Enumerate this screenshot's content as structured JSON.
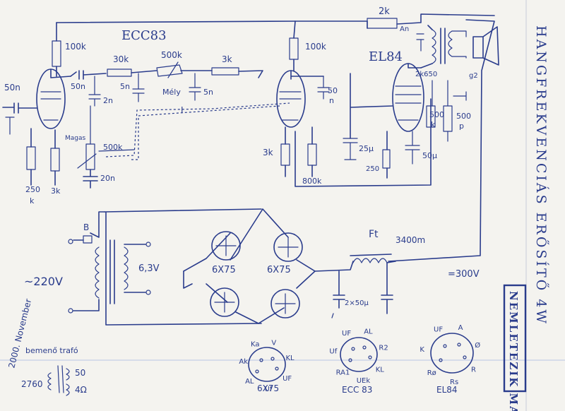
{
  "title_vertical": "HANGFREKVENCIÁS ERŐSÍTŐ 4W",
  "stamp": "NEMLETEZIK MAR",
  "date_note": "2000. November",
  "tube_labels": {
    "preamp": "ECC83",
    "power": "EL84",
    "rectifier_1": "6X75",
    "rectifier_2": "6X75"
  },
  "resistors": {
    "r_plate1": "100k",
    "r_30k": "30k",
    "r_500k_tone": "500k",
    "r_3k_top": "3k",
    "r_250k": "250",
    "r_250k_unit": "k",
    "r_cath1": "3k",
    "r_500k_vol": "500k",
    "r_plate2": "100k",
    "r_cath2": "3k",
    "r_800k": "800k",
    "r_2k": "2k",
    "r_2k65": "2k650",
    "r_500k_grid": "500",
    "r_500k_grid_unit": "k",
    "r_500p": "500",
    "r_500p_unit": "p",
    "r_cath3": "250"
  },
  "capacitors": {
    "c_in": "50n",
    "c_couple1": "50n",
    "c_2n": "2n",
    "c_5n_a": "5n",
    "c_5n_b": "5n",
    "c_20n": "20n",
    "c_50n_b": "50",
    "c_50n_b_unit": "n",
    "c_25u": "25μ",
    "c_50u": "50μ",
    "c_psu": "2×50μ"
  },
  "misc_labels": {
    "bass": "Mély",
    "treble": "Magas",
    "anode": "An",
    "g2": "g2",
    "choke": "Ft",
    "choke_value": "3400m",
    "mains": "~220V",
    "heater": "6,3V",
    "fuse": "B",
    "hv": "=300V",
    "ground_mark_1": "I",
    "ground_mark_2": "I"
  },
  "output_transformer": {
    "label": "bemenő trafó",
    "primary": "2760",
    "sec_1": "50",
    "sec_2": "4Ω"
  },
  "pinouts": {
    "p6x75": [
      "Ka",
      "V",
      "KL",
      "UF",
      "Uf",
      "AL",
      "Ak"
    ],
    "pecc83": [
      "UF",
      "AL",
      "R2",
      "KL",
      "UEk",
      "RA1",
      "Uf"
    ],
    "pel84": [
      "UF",
      "A",
      "Ø",
      "R",
      "Rs",
      "Rø",
      "K"
    ]
  },
  "pinout_titles": {
    "p1": "6X75",
    "p2": "ECC 83",
    "p3": "EL84"
  }
}
